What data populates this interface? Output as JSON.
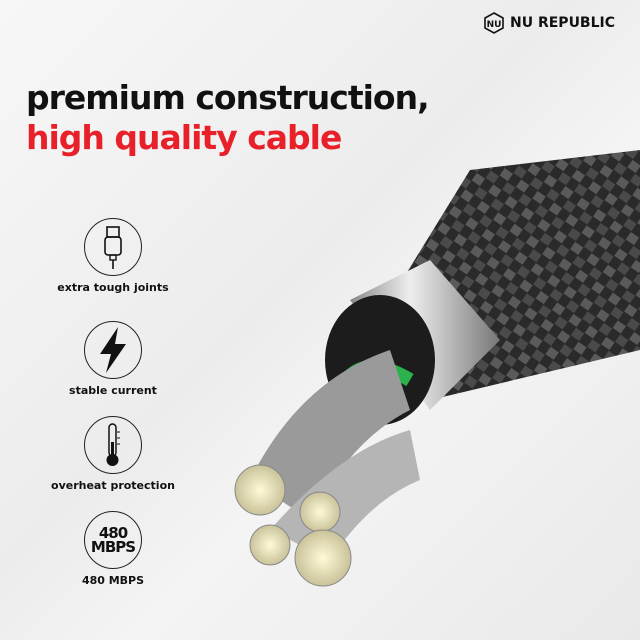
{
  "brand": {
    "name": "NU REPUBLIC",
    "logo_letters": "NU"
  },
  "headline": {
    "line1": "premium construction,",
    "line2": "high quality cable"
  },
  "colors": {
    "accent": "#e8202a",
    "text": "#111111",
    "connector_green": "#2bb24c"
  },
  "features": [
    {
      "icon": "usb-connector-icon",
      "label": "extra tough joints"
    },
    {
      "icon": "lightning-bolt-icon",
      "label": "stable current"
    },
    {
      "icon": "thermometer-icon",
      "label": "overheat protection"
    },
    {
      "icon": "mbps-badge-icon",
      "badge_line1": "480",
      "badge_line2": "MBPS",
      "label": "480 MBPS"
    }
  ]
}
